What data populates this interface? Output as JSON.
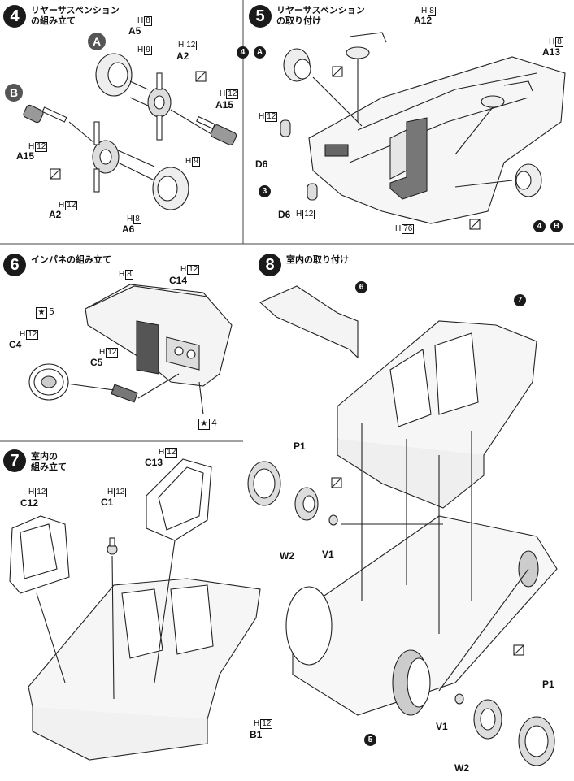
{
  "steps": {
    "s4": {
      "number": "4",
      "title": "リヤーサスペンション\nの組み立て"
    },
    "s5": {
      "number": "5",
      "title": "リヤーサスペンション\nの取り付け"
    },
    "s6": {
      "number": "6",
      "title": "インパネの組み立て"
    },
    "s7": {
      "number": "7",
      "title": "室内の\n組み立て"
    },
    "s8": {
      "number": "8",
      "title": "室内の取り付け"
    }
  },
  "groups": {
    "a": "A",
    "b": "B"
  },
  "parts": {
    "a5": "A5",
    "a2_top": "A2",
    "a15_top": "A15",
    "a15_left": "A15",
    "a2_bottom": "A2",
    "a6": "A6",
    "a12": "A12",
    "a13": "A13",
    "d6_top": "D6",
    "d6_bottom": "D6",
    "c14": "C14",
    "c4": "C4",
    "c5": "C5",
    "c13": "C13",
    "c12": "C12",
    "c1": "C1",
    "b1": "B1",
    "p1_top": "P1",
    "w2_top": "W2",
    "v1_top": "V1",
    "p1_bottom": "P1",
    "v1_bottom": "V1",
    "w2_bottom": "W2"
  },
  "h_codes": {
    "h8_a5": "8",
    "h9_a": "9",
    "h12_a2": "12",
    "h12_a15": "12",
    "h12_a15_left": "12",
    "h9_b": "9",
    "h12_a2b": "12",
    "h8_a6": "8",
    "h8_a12": "8",
    "h8_a13": "8",
    "h12_d6": "12",
    "h12_d6b": "12",
    "h76": "76",
    "h8_dash": "8",
    "h12_c14": "12",
    "h12_c4": "12",
    "h12_c5": "12",
    "h12_c13": "12",
    "h12_c12": "12",
    "h12_c1": "12",
    "h12_b1": "12"
  },
  "refs": {
    "r4a": "4",
    "r4a_letter": "A",
    "r4b": "4",
    "r4b_letter": "B",
    "r3": "3",
    "r6": "6",
    "r7": "7",
    "r5": "5",
    "star5": "5",
    "star4": "4"
  }
}
